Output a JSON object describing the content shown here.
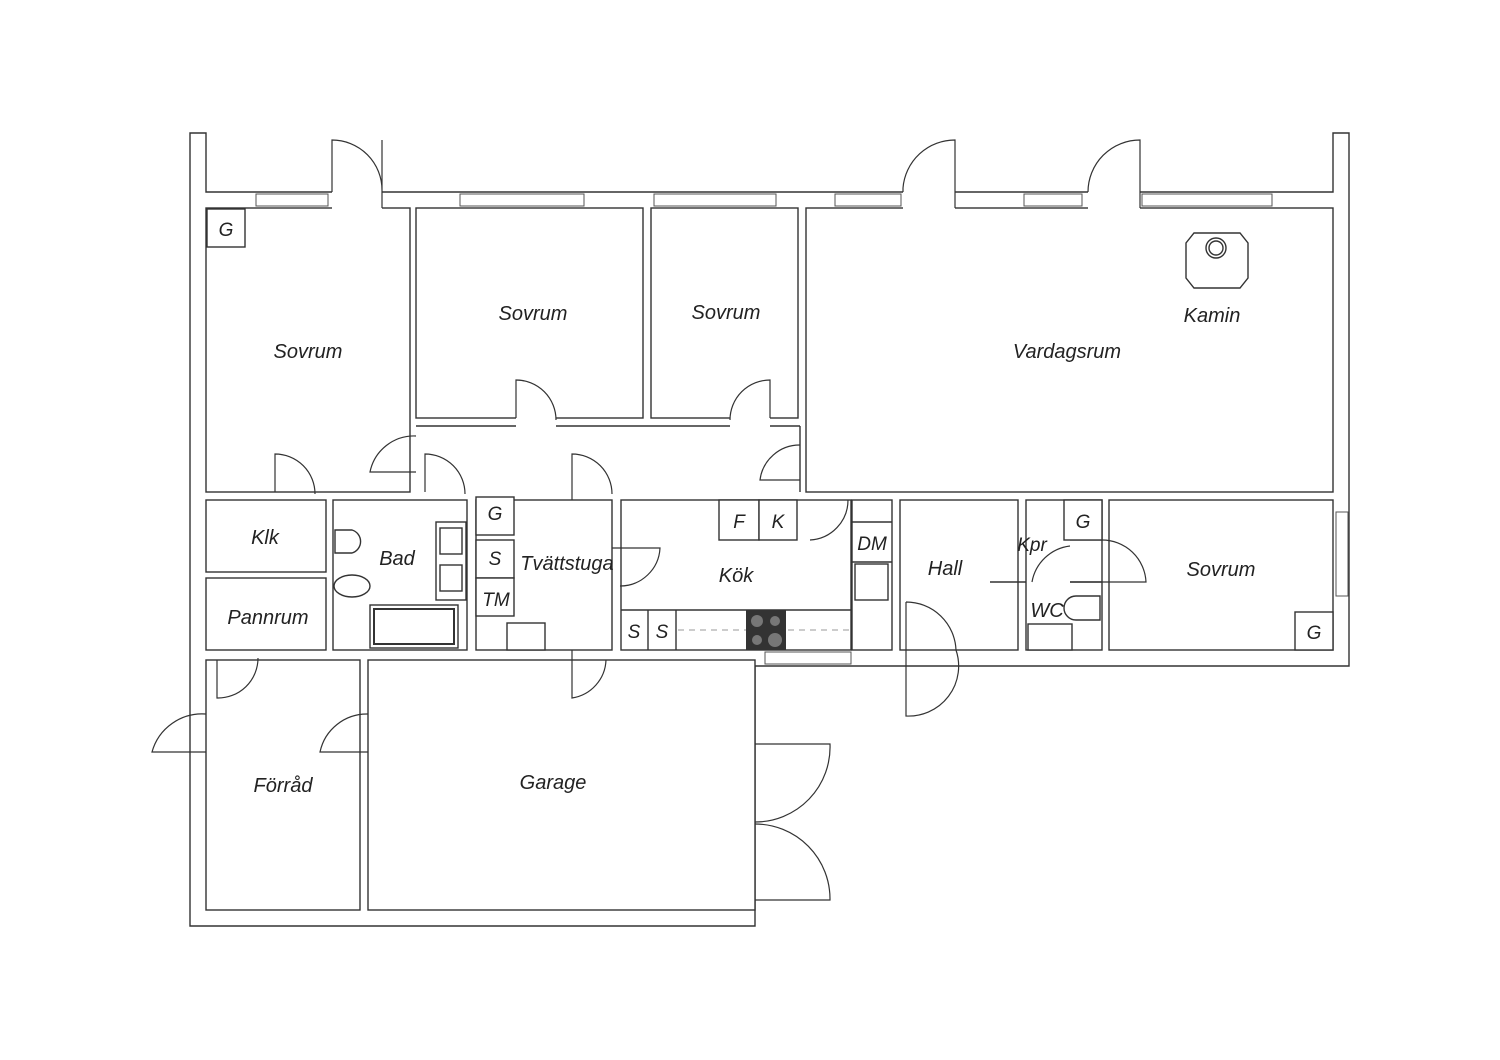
{
  "rooms": {
    "sovrum_1": "Sovrum",
    "sovrum_2": "Sovrum",
    "sovrum_3": "Sovrum",
    "vardagsrum": "Vardagsrum",
    "kamin": "Kamin",
    "klk": "Klk",
    "bad": "Bad",
    "tvattstuga": "Tvättstuga",
    "kok": "Kök",
    "hall": "Hall",
    "kpr": "Kpr",
    "wc": "WC",
    "sovrum_4": "Sovrum",
    "pannrum": "Pannrum",
    "forrad": "Förråd",
    "garage": "Garage"
  },
  "fixtures": {
    "g_sovrum_1": "G",
    "g_tvatt": "G",
    "s_tvatt": "S",
    "tm": "TM",
    "f": "F",
    "k": "K",
    "dm": "DM",
    "s_kok_1": "S",
    "s_kok_2": "S",
    "g_kpr": "G",
    "g_sovrum_4": "G"
  }
}
